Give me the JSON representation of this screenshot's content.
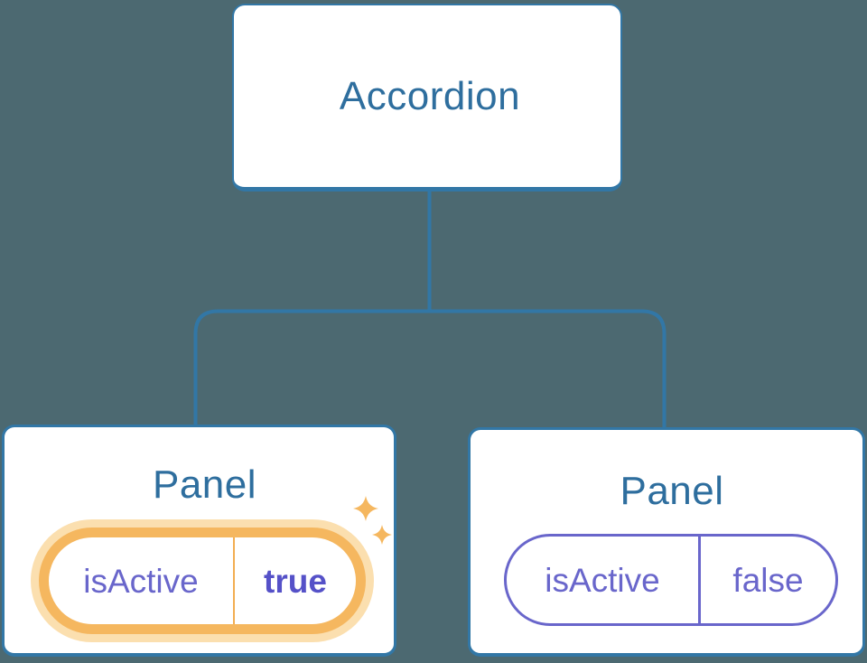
{
  "theme": {
    "background": "#4C6971",
    "line": "#3277A6",
    "node_bg": "#FFFFFF",
    "title_text": "#2E6E9E",
    "purple": "#6966CB",
    "purple_bold": "#5551C8",
    "orange": "#F5B75F",
    "orange_soft": "#FBDFAF",
    "orange_divider": "#F2AE52"
  },
  "icons": {
    "sparkle": "four-point-star"
  },
  "tree": {
    "root_label": "Accordion",
    "panels": [
      {
        "title": "Panel",
        "prop_name": "isActive",
        "prop_value": "true",
        "highlighted": true
      },
      {
        "title": "Panel",
        "prop_name": "isActive",
        "prop_value": "false",
        "highlighted": false
      }
    ]
  }
}
